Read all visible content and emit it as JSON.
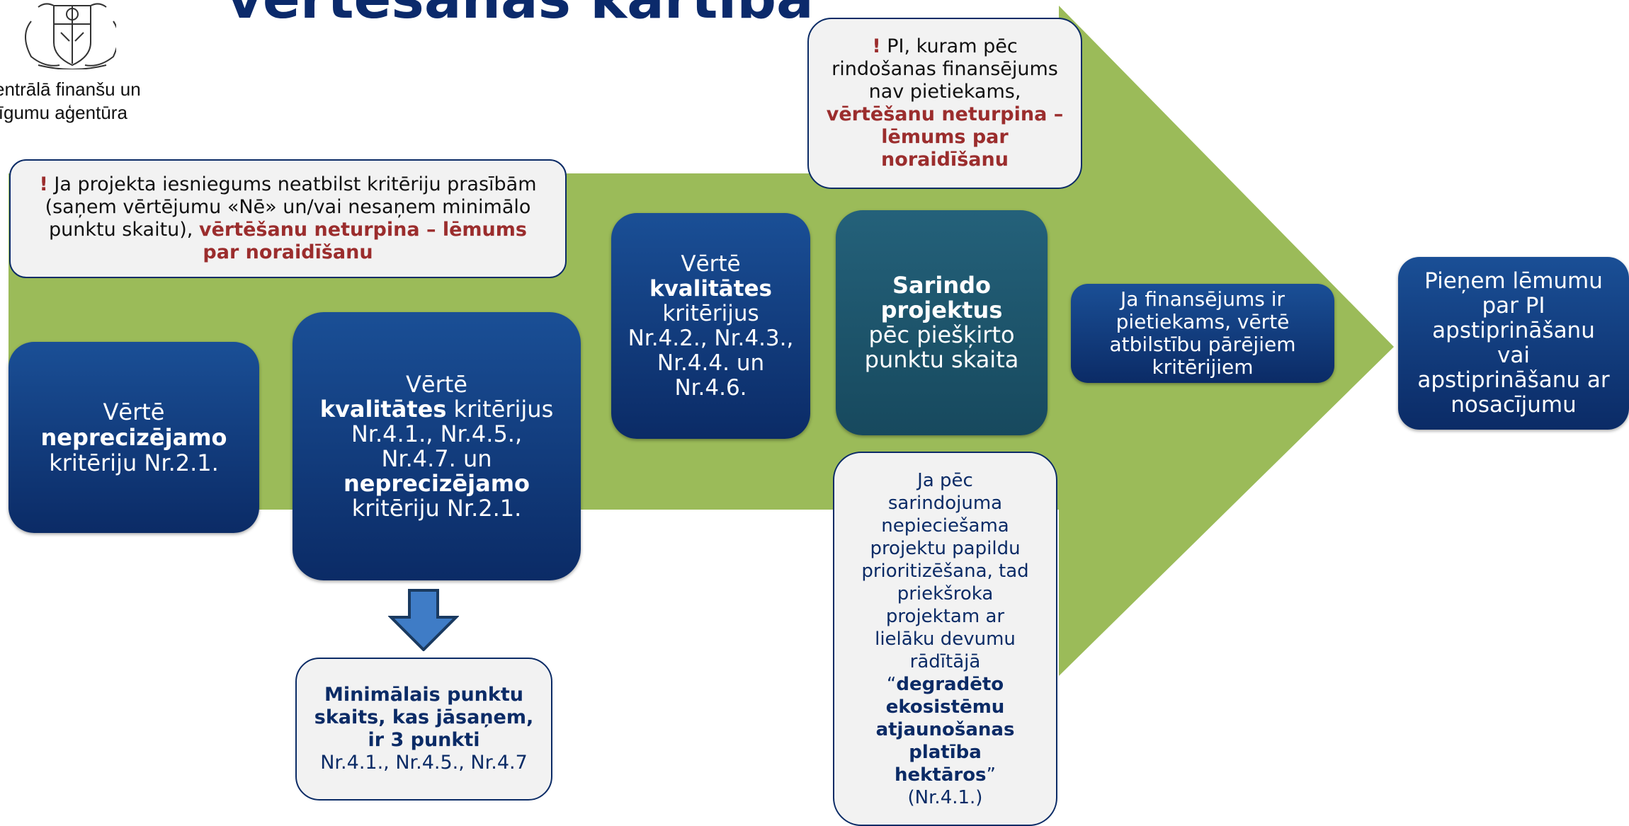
{
  "header": {
    "title": "vērtēšanas kārtība",
    "agency_line1": "entrālā finanšu un",
    "agency_line2": "līgumu aģentūra"
  },
  "colors": {
    "arrow": "#9bbb59",
    "dark_box": "#0b2b66",
    "teal_box": "#1c5269",
    "accent_red": "#9b2d2d",
    "light_box": "#f2f2f2"
  },
  "note_reject": {
    "mark": "!",
    "text": " Ja projekta iesniegums neatbilst kritēriju prasībām (saņem vērtējumu «Nē» un/vai nesaņem minimālo punktu skaitu), ",
    "emphasis": "vērtēšanu neturpina – lēmums par noraidīšanu"
  },
  "note_funding": {
    "mark": "!",
    "text": " PI, kuram pēc rindošanas finansējums nav pietiekams,",
    "emphasis": "vērtēšanu neturpina – lēmums par noraidīšanu"
  },
  "step1": {
    "line1": "Vērtē",
    "bold": "neprecizējamo",
    "line3": "kritēriju Nr.2.1."
  },
  "step2": {
    "line1": "Vērtē",
    "bold1": "kvalitātes",
    "text1": " kritērijus Nr.4.1., Nr.4.5., Nr.4.7. un",
    "bold2": "neprecizējamo",
    "text2": "kritēriju Nr.2.1."
  },
  "step3": {
    "line1": "Vērtē",
    "bold": "kvalitātes",
    "text": "kritērijus Nr.4.2., Nr.4.3., Nr.4.4. un Nr.4.6."
  },
  "step4": {
    "bold": "Sarindo projektus",
    "text": "pēc piešķirto punktu skaita"
  },
  "step5": {
    "text": "Ja finansējums ir pietiekams, vērtē atbilstību pārējiem kritērijiem"
  },
  "step6": {
    "text": "Pieņem lēmumu par PI apstiprināšanu vai apstiprināšanu ar nosacījumu"
  },
  "min_points": {
    "bold": "Minimālais punktu skaits, kas jāsaņem, ir 3 punkti",
    "text": "Nr.4.1., Nr.4.5., Nr.4.7"
  },
  "priority": {
    "text": "Ja pēc sarindojuma nepieciešama projektu papildu prioritizēšana, tad priekšroka projektam ar lielāku devumu rādītājā",
    "quote_open": "“",
    "bold": "degradēto ekosistēmu atjaunošanas platība hektāros",
    "quote_close": "”",
    "ref": "(Nr.4.1.)"
  }
}
